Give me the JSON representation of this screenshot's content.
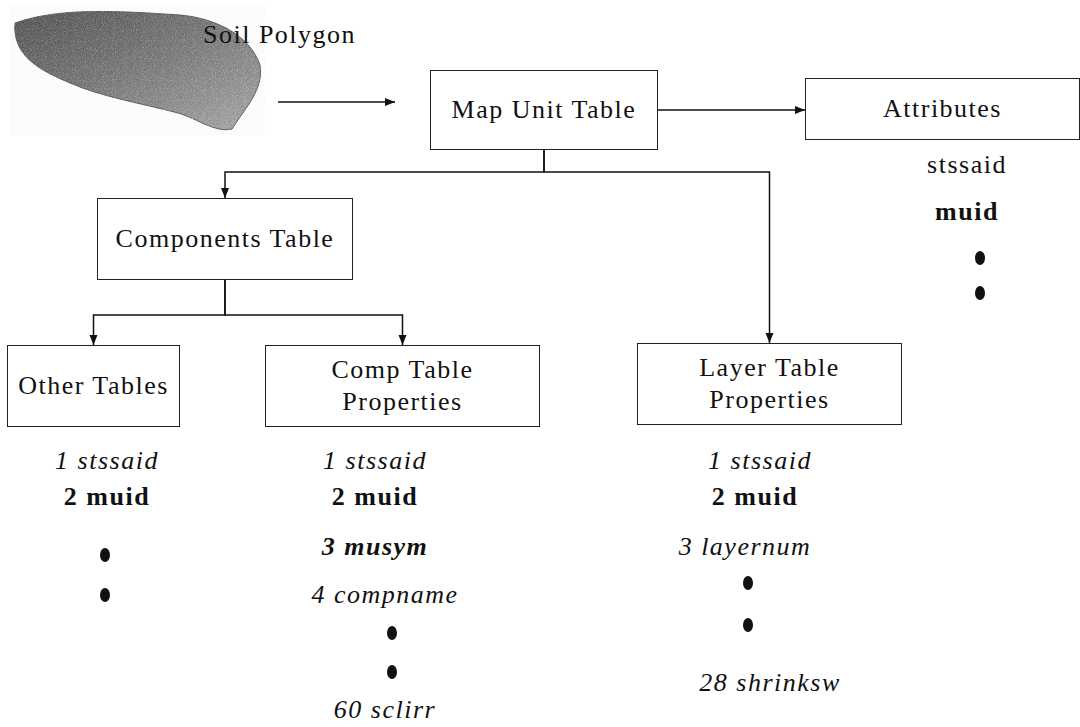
{
  "diagram": {
    "nodes": [
      {
        "text": [
          "Soil Polygon"
        ]
      },
      {
        "text": [
          "Map Unit Table"
        ]
      },
      {
        "text": [
          "Attributes"
        ]
      },
      {
        "text": [
          "Components Table"
        ]
      },
      {
        "text": [
          "Other Tables"
        ]
      },
      {
        "text": [
          "Comp Table Properties"
        ]
      },
      {
        "text": [
          "Layer Table Properties"
        ]
      }
    ],
    "edges": [
      {
        "from": 0,
        "to": 1,
        "arrow": "to"
      },
      {
        "from": 1,
        "to": 2,
        "arrow": "to"
      },
      {
        "from": 1,
        "to": 3,
        "arrow": "to"
      },
      {
        "from": 1,
        "to": 6,
        "arrow": "to"
      },
      {
        "from": 3,
        "to": 4,
        "arrow": "to"
      },
      {
        "from": 3,
        "to": 5,
        "arrow": "to"
      }
    ],
    "labels": [
      "stssaid",
      "muid",
      "1 stssaid",
      "2 muid",
      "1 stssaid",
      "2 muid",
      "3 musym",
      "4 compname",
      "60 sclirr",
      "1 stssaid",
      "2 muid",
      "3 layernum",
      "28 shrinksw"
    ]
  }
}
